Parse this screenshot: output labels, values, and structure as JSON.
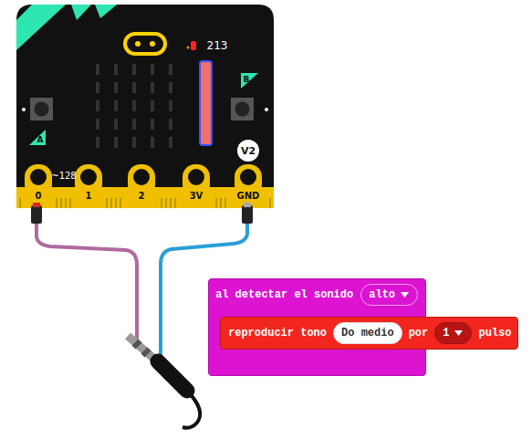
{
  "diagram": {
    "nodes": [
      {
        "text": [
          "al detectar el sonido"
        ]
      },
      {
        "text": [
          "alto"
        ],
        "in": 0
      },
      {
        "text": [
          "reproducir tono",
          "por",
          "pulso"
        ],
        "in": 0
      },
      {
        "text": [
          "Do medio"
        ],
        "in": 2
      },
      {
        "text": [
          "1"
        ],
        "in": 2
      }
    ],
    "labels": [
      "213",
      "A",
      "B",
      "V2",
      "~128",
      "0",
      "1",
      "2",
      "3V",
      "GND"
    ]
  }
}
